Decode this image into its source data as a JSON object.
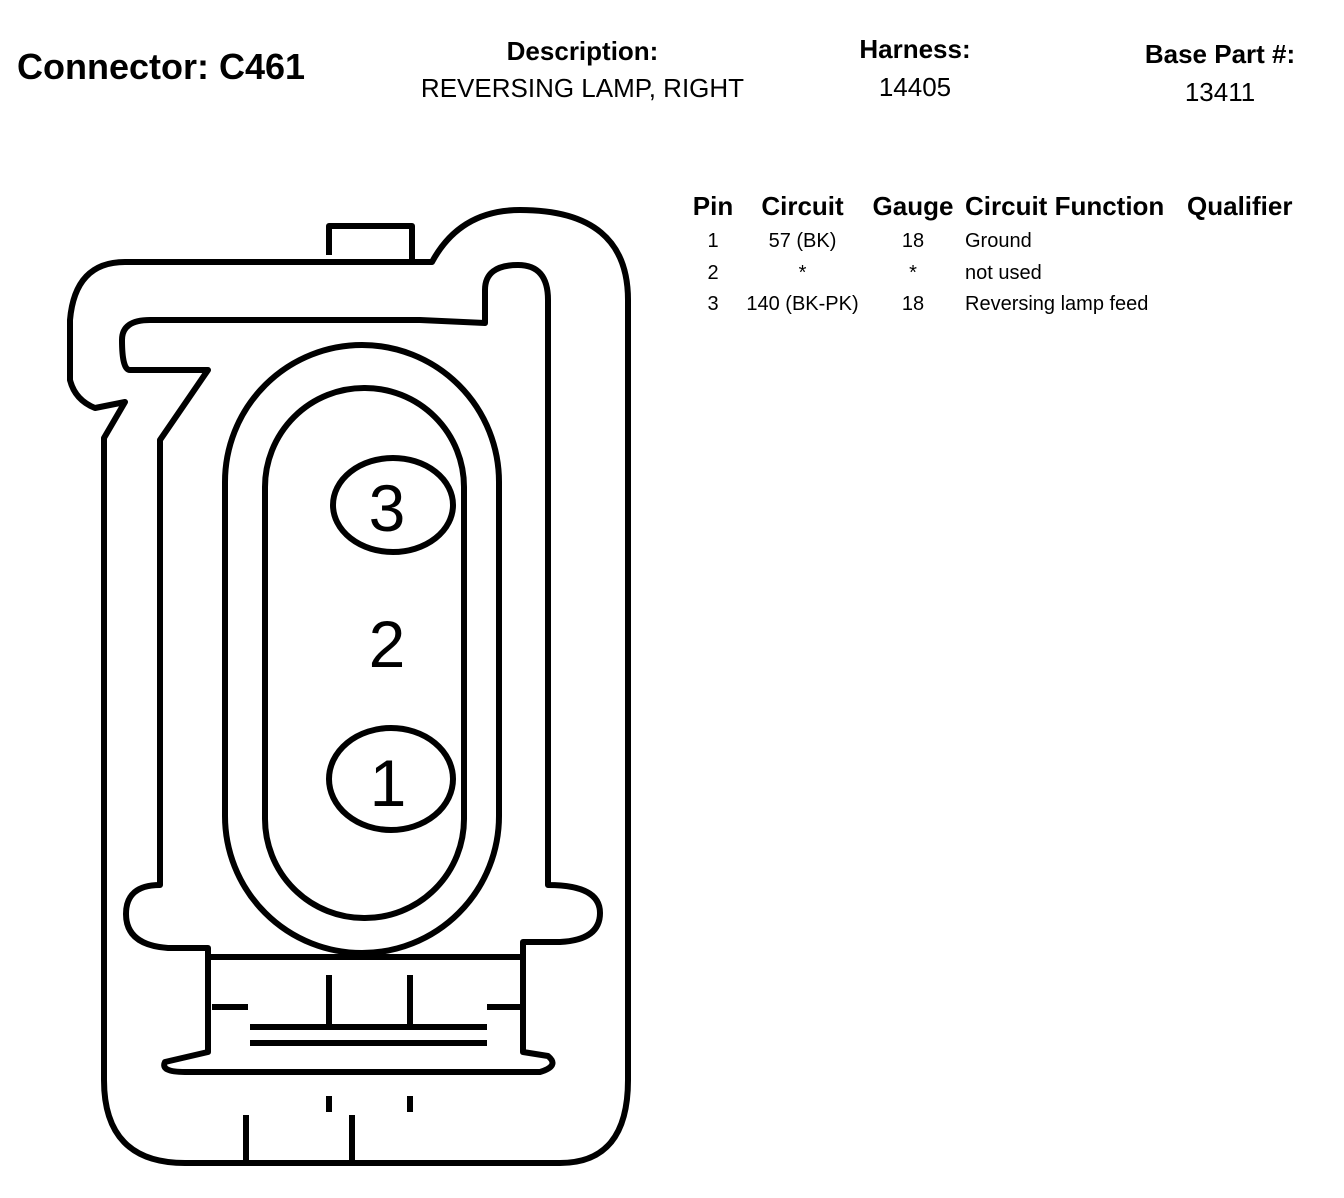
{
  "header": {
    "connector_label": "Connector: C461",
    "description_label": "Description:",
    "description_value": "REVERSING LAMP, RIGHT",
    "harness_label": "Harness:",
    "harness_value": "14405",
    "base_part_label": "Base Part #:",
    "base_part_value": "13411"
  },
  "pin_table": {
    "columns": [
      "Pin",
      "Circuit",
      "Gauge",
      "Circuit Function",
      "Qualifier"
    ],
    "rows": [
      {
        "pin": "1",
        "circuit": "57 (BK)",
        "gauge": "18",
        "function": "Ground",
        "qualifier": ""
      },
      {
        "pin": "2",
        "circuit": "*",
        "gauge": "*",
        "function": "not used",
        "qualifier": ""
      },
      {
        "pin": "3",
        "circuit": "140 (BK-PK)",
        "gauge": "18",
        "function": "Reversing lamp feed",
        "qualifier": ""
      }
    ]
  },
  "diagram": {
    "pin_labels": [
      "3",
      "2",
      "1"
    ]
  }
}
